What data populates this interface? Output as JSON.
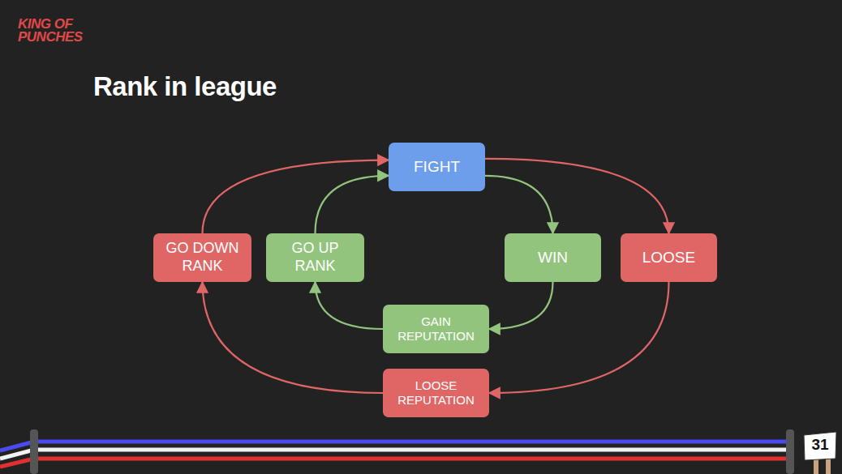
{
  "diagram": {
    "title": "Rank in league",
    "nodes": [
      {
        "text": [
          "FIGHT"
        ]
      },
      {
        "text": [
          "GO DOWN RANK"
        ]
      },
      {
        "text": [
          "GO UP RANK"
        ]
      },
      {
        "text": [
          "WIN"
        ]
      },
      {
        "text": [
          "LOOSE"
        ]
      },
      {
        "text": [
          "GAIN REPUTATION"
        ]
      },
      {
        "text": [
          "LOOSE REPUTATION"
        ]
      }
    ],
    "edges": [
      {
        "from": 0,
        "to": 3,
        "arrow": "to"
      },
      {
        "from": 3,
        "to": 5,
        "arrow": "to"
      },
      {
        "from": 5,
        "to": 2,
        "arrow": "to"
      },
      {
        "from": 2,
        "to": 0,
        "arrow": "to"
      },
      {
        "from": 0,
        "to": 4,
        "arrow": "to"
      },
      {
        "from": 4,
        "to": 6,
        "arrow": "to"
      },
      {
        "from": 6,
        "to": 1,
        "arrow": "to"
      },
      {
        "from": 1,
        "to": 0,
        "arrow": "to"
      }
    ],
    "labels": [
      "KING OF PUNCHES",
      "31"
    ]
  }
}
